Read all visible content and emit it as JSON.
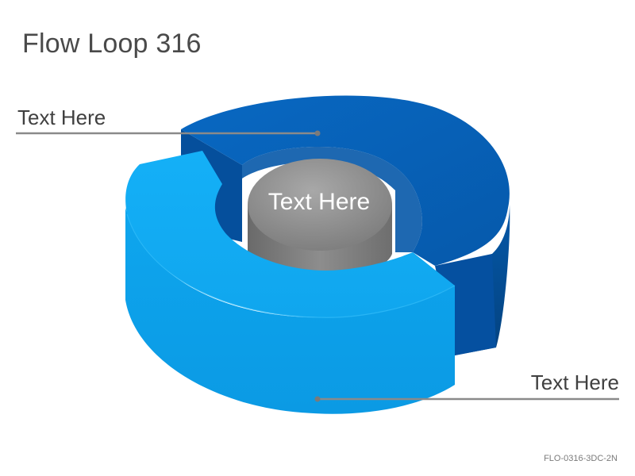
{
  "title": "Flow Loop 316",
  "labels": {
    "top_segment": "Text Here",
    "center": "Text Here",
    "bottom_segment": "Text Here"
  },
  "footer_code": "FLO-0316-3DC-2N",
  "colors": {
    "dark_blue": "#0662b8",
    "light_blue": "#12a8ef",
    "center_gray": "#7f7f7f",
    "callout_line": "#8a8a8a"
  }
}
